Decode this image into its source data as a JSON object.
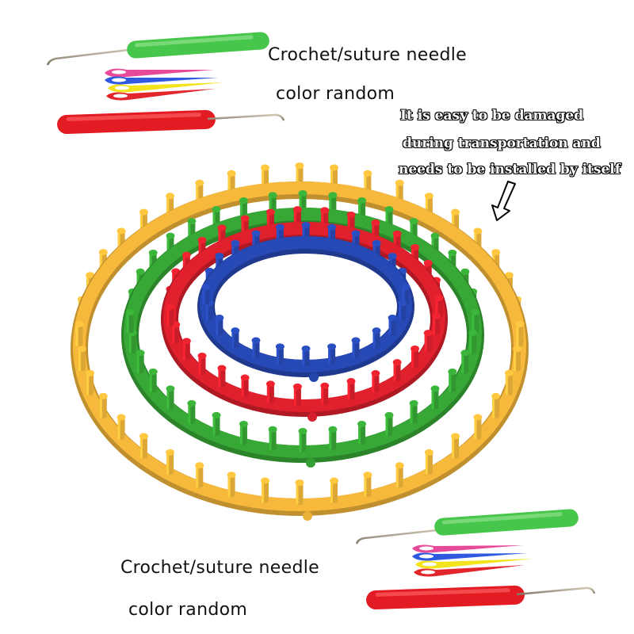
{
  "captions": {
    "top_title": "Crochet/suture needle",
    "top_subtitle": "color random",
    "bottom_title": "Crochet/suture needle",
    "bottom_subtitle": "color random"
  },
  "notice": {
    "line1": "It is easy to be damaged",
    "line2": "during transportation and",
    "line3": "needs to be installed by itself"
  },
  "colors": {
    "background": "#ffffff",
    "ring_yellow": "#f6b93b",
    "ring_green": "#37a836",
    "ring_red": "#e0202d",
    "ring_blue": "#2749b5",
    "hook_green": "#46c64a",
    "hook_red": "#e31b23",
    "needle_pink": "#e84a9a",
    "needle_blue": "#2f5ae0",
    "needle_yellow": "#f3e31c",
    "needle_red": "#e2262b"
  },
  "rings": [
    {
      "name": "yellow-loom",
      "color": "#f6b93b",
      "pegs": 40
    },
    {
      "name": "green-loom",
      "color": "#37a836",
      "pegs": 36
    },
    {
      "name": "red-loom",
      "color": "#e0202d",
      "pegs": 31
    },
    {
      "name": "blue-loom",
      "color": "#2749b5",
      "pegs": 24
    }
  ],
  "icons": [
    "hollow-arrow-icon"
  ]
}
